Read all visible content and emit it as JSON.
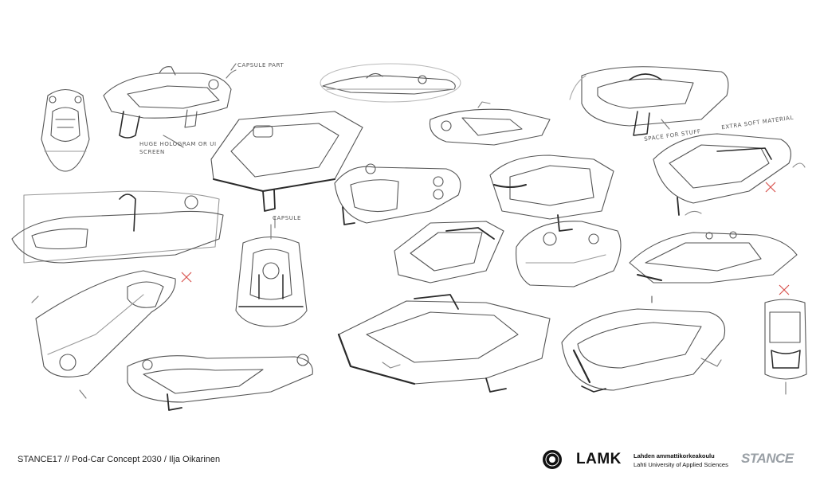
{
  "annotations": {
    "capsule_part": "CAPSULE PART",
    "huge_hologram": "HUGE HOLOGRAM OR UI SCREEN",
    "extra_soft": "EXTRA SOFT MATERIAL",
    "space_for_stuff": "SPACE FOR STUFF",
    "capsule": "CAPSULE"
  },
  "footer": {
    "title": "STANCE17 // Pod-Car Concept 2030 / Ilja Oikarinen",
    "lamk": "LAMK",
    "lamk_name_fi": "Lahden ammattikorkeakoulu",
    "lamk_name_en": "Lahti University of Applied Sciences",
    "stance": "STANCE"
  },
  "colors": {
    "background": "#ffffff",
    "pencil": "#555555",
    "pencil_dark": "#2a2a2a",
    "reject_mark": "#d9534f",
    "stance_logo": "#9aa0a6"
  },
  "icons": [
    "seal-logo-icon",
    "reject-x-icon"
  ]
}
